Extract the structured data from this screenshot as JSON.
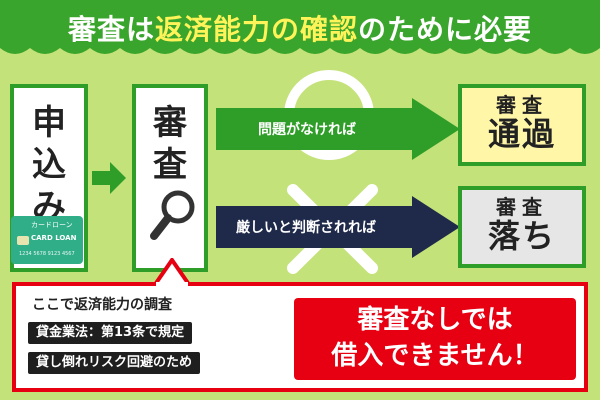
{
  "banner": {
    "title_pre": "審査は",
    "title_highlight": "返済能力の確認",
    "title_post": "のために必要"
  },
  "flow": {
    "apply_label": "申込み",
    "review_label": "審査",
    "card": {
      "line1": "カードローン",
      "line2": "CARD LOAN",
      "line3": "1234 5678 9123 4567"
    }
  },
  "outcomes": {
    "pass_condition": "問題がなければ",
    "fail_condition": "厳しいと判断されれば",
    "pass_small": "審査",
    "pass_big": "通過",
    "fail_small": "審査",
    "fail_big": "落ち"
  },
  "note": {
    "title": "ここで返済能力の調査",
    "line1": "貸金業法：第13条で規定",
    "line2": "貸し倒れリスク回避のため",
    "warning_line1": "審査なしでは",
    "warning_line2": "借入できません！"
  },
  "colors": {
    "background": "#c4e27a",
    "banner_green": "#3aa52c",
    "highlight_yellow": "#fff35a",
    "pass_bg": "#fff6a8",
    "fail_bg": "#e6e6e6",
    "alert_red": "#e60012"
  },
  "icons": [
    "magnifier-icon",
    "circle-mark-icon",
    "cross-mark-icon",
    "arrow-right-icon",
    "card-icon"
  ]
}
